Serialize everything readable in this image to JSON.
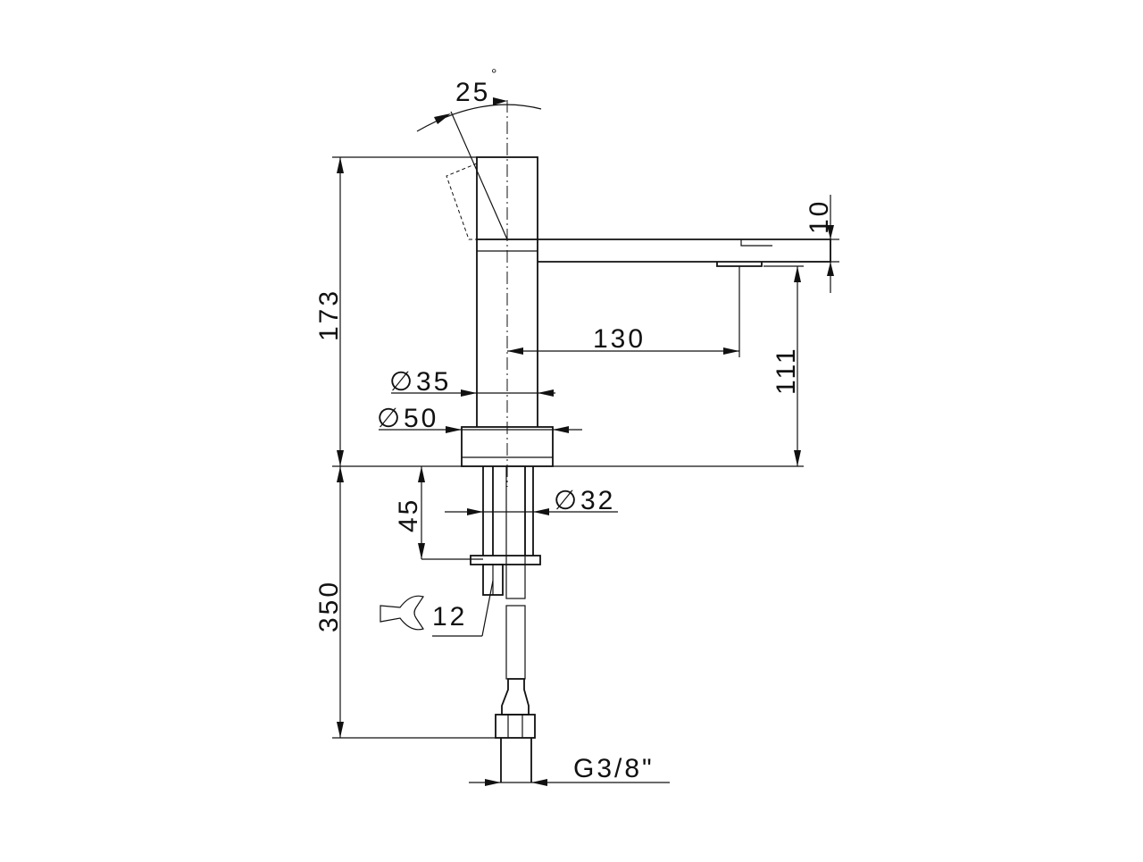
{
  "dimensions": {
    "angle": "25",
    "angle_unit": "°",
    "total_height": "173",
    "handle_thickness": "10",
    "spout_reach": "130",
    "spout_height": "111",
    "body_diameter": "35",
    "base_diameter": "50",
    "shank_diameter": "32",
    "shank_length": "45",
    "hose_length": "350",
    "nut_wrench": "12",
    "connection": "G3/8\""
  },
  "symbols": {
    "diameter": "∅",
    "wrench": "wrench-icon"
  },
  "colors": {
    "line": "#111111",
    "background": "#ffffff"
  }
}
